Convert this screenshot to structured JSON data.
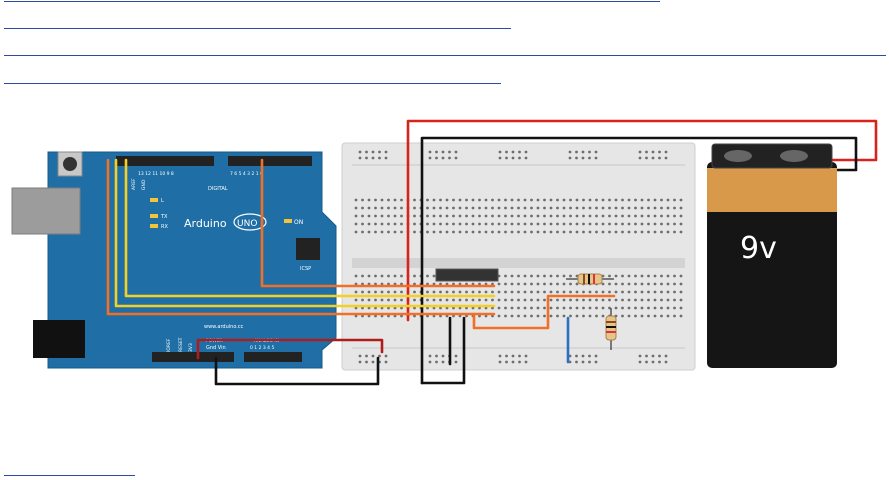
{
  "links": [
    {
      "name": "link-line-1"
    },
    {
      "name": "link-line-2"
    },
    {
      "name": "link-line-3"
    },
    {
      "name": "link-line-4"
    },
    {
      "name": "link-line-5"
    }
  ],
  "board": {
    "brand": "Arduino",
    "model": "UNO",
    "on_label": "ON",
    "icsp_label": "ICSP",
    "digital_label": "DIGITAL",
    "site": "www.arduino.cc",
    "power_label": "POWER",
    "analog_label": "ANALOG IN",
    "aref": "AREF",
    "gnd": "GND",
    "l_label": "L",
    "tx_label": "TX",
    "rx_label": "RX",
    "reset": "RESET",
    "ioref": "IOREF",
    "v33": "3V3",
    "gnd_vin": "Gnd Vin",
    "analog_pins": "0 1 2 3 4 5",
    "digital_pins": "13 12 11 10 9 8",
    "digital_pins2": "7 6 5 4 3 2 1 0"
  },
  "battery": {
    "label": "9v"
  },
  "colors": {
    "board": "#1f6fa6",
    "battery_top": "#d89a4a",
    "battery_body": "#151515",
    "wire_red": "#d8231c",
    "wire_black": "#111111",
    "wire_yellow": "#f2d028",
    "wire_orange": "#f07028",
    "wire_blue": "#2b6fc2",
    "breadboard": "#e6e6e6"
  }
}
